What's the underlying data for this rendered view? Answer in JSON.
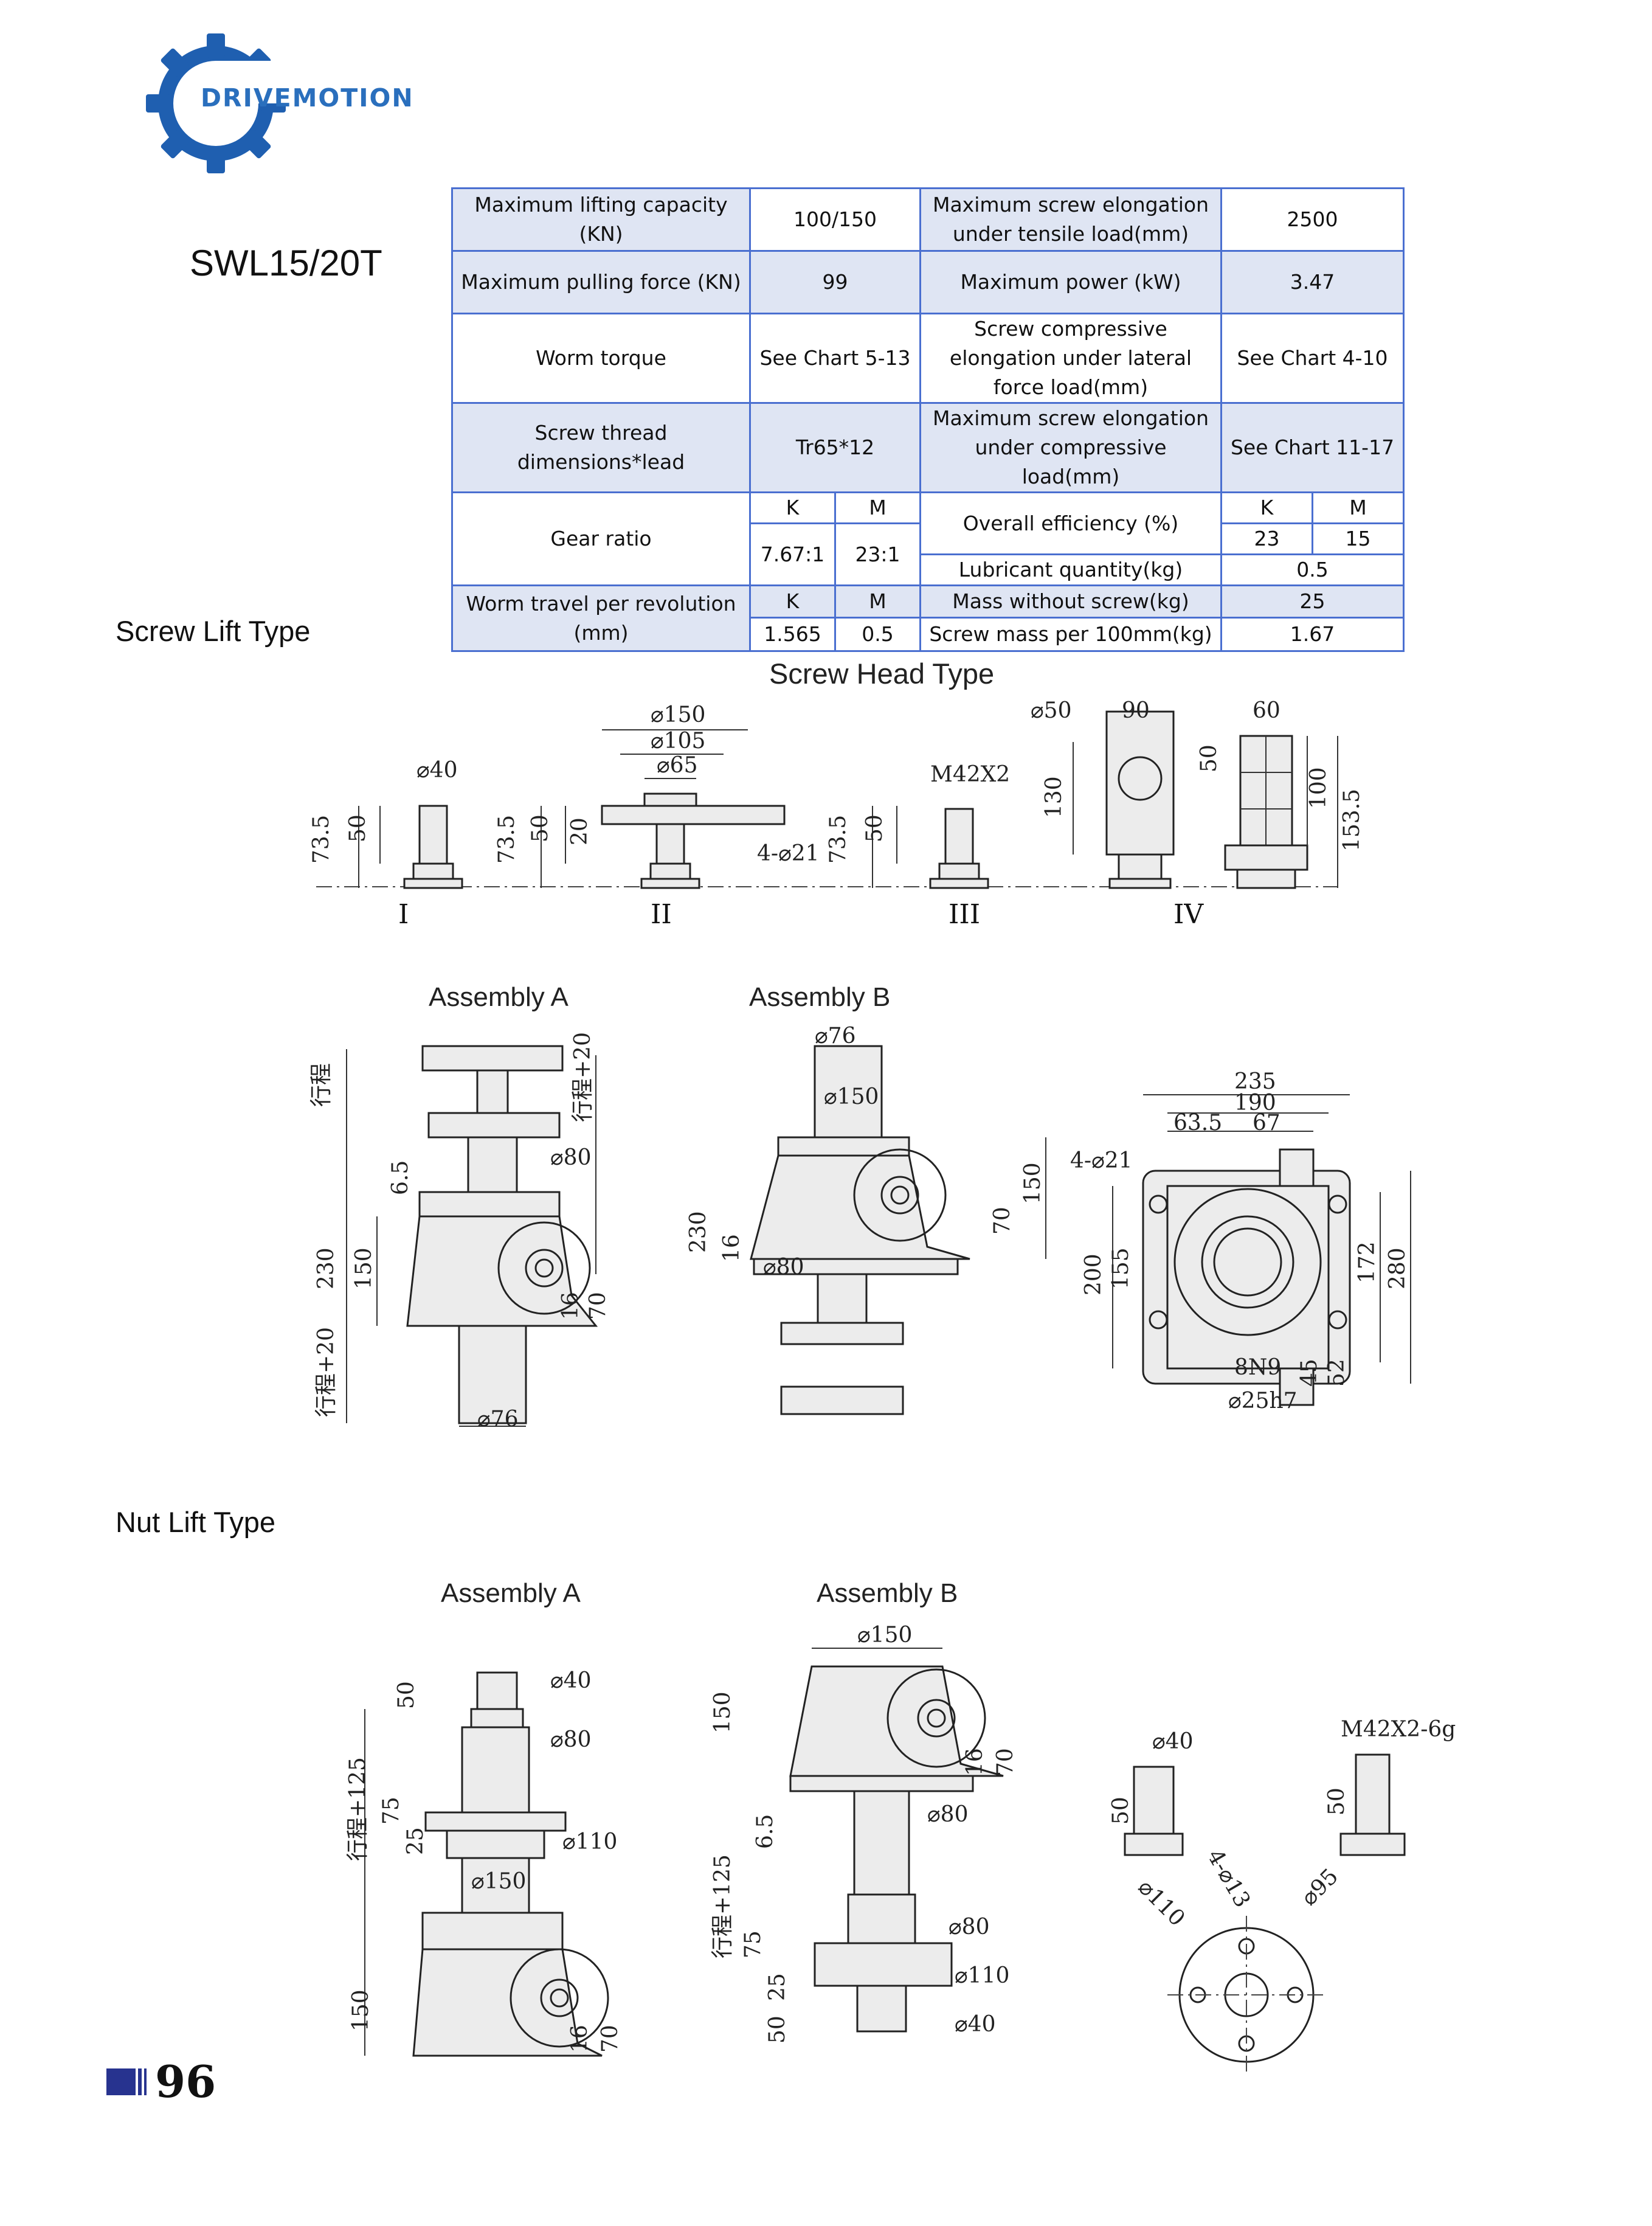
{
  "brand": {
    "name": "DRIVEMOTION",
    "primary_color": "#2a6fbd"
  },
  "model": "SWL15/20T",
  "spec_table": {
    "max_lifting_capacity_label": "Maximum lifting capacity (KN)",
    "max_lifting_capacity_value": "100/150",
    "max_screw_elongation_tensile_label": "Maximum screw elongation under tensile load(mm)",
    "max_screw_elongation_tensile_value": "2500",
    "max_pulling_force_label": "Maximum pulling force (KN)",
    "max_pulling_force_value": "99",
    "max_power_label": "Maximum power (kW)",
    "max_power_value": "3.47",
    "worm_torque_label": "Worm torque",
    "worm_torque_value": "See Chart 5-13",
    "screw_compressive_lateral_label": "Screw compressive elongation under lateral force load(mm)",
    "screw_compressive_lateral_value": "See Chart 4-10",
    "screw_thread_label": "Screw thread dimensions*lead",
    "screw_thread_value": "Tr65*12",
    "max_screw_elongation_compressive_label": "Maximum screw elongation under compressive load(mm)",
    "max_screw_elongation_compressive_value": "See Chart 11-17",
    "gear_ratio_label": "Gear ratio",
    "k": "K",
    "m": "M",
    "gear_ratio_k": "7.67:1",
    "gear_ratio_m": "23:1",
    "overall_efficiency_label": "Overall efficiency (%)",
    "efficiency_k": "23",
    "efficiency_m": "15",
    "lubricant_label": "Lubricant quantity(kg)",
    "lubricant_value": "0.5",
    "worm_travel_label": "Worm travel per revolution (mm)",
    "worm_travel_k": "1.565",
    "worm_travel_m": "0.5",
    "mass_without_screw_label": "Mass without screw(kg)",
    "mass_without_screw_value": "25",
    "screw_mass_label": "Screw mass per 100mm(kg)",
    "screw_mass_value": "1.67"
  },
  "screw_lift": {
    "title": "Screw Lift Type",
    "head_title": "Screw Head Type",
    "heads": [
      "I",
      "II",
      "III",
      "IV"
    ],
    "head_dims": {
      "i_h1": "73.5",
      "i_h2": "50",
      "i_d": "⌀40",
      "ii_h1": "73.5",
      "ii_h2": "50",
      "ii_h3": "20",
      "ii_d1": "⌀150",
      "ii_d2": "⌀105",
      "ii_d3": "⌀65",
      "ii_holes": "4-⌀21",
      "iii_h1": "73.5",
      "iii_h2": "50",
      "iii_thread": "M42X2",
      "iv_d": "⌀50",
      "iv_w": "90",
      "iv_h": "130",
      "v_w": "60",
      "v_h1": "50",
      "v_h2": "100",
      "v_h3": "153.5"
    },
    "assembly_a": "Assembly A",
    "assembly_b": "Assembly B",
    "asm_dims": {
      "stroke_top": "行程",
      "h_230": "230",
      "h_150": "150",
      "h_65": "6.5",
      "d80": "⌀80",
      "h16": "16",
      "h70": "70",
      "stroke_bottom": "行程+20",
      "d76": "⌀76",
      "b_d76": "⌀76",
      "b_d150": "⌀150",
      "b_stroke": "行程+20",
      "b_230": "230",
      "b_16": "16",
      "b_d80": "⌀80",
      "b_70": "70",
      "b_150": "150",
      "c_235": "235",
      "c_190": "190",
      "c_635": "63.5",
      "c_67": "67",
      "c_holes": "4-⌀21",
      "c_200": "200",
      "c_155": "155",
      "c_172": "172",
      "c_280": "280",
      "c_8n9": "8N9",
      "c_45": "45",
      "c_52": "52",
      "c_shaft": "⌀25h7"
    }
  },
  "nut_lift": {
    "title": "Nut Lift Type",
    "assembly_a": "Assembly A",
    "assembly_b": "Assembly B",
    "dims": {
      "a_50": "50",
      "a_d40": "⌀40",
      "a_d80": "⌀80",
      "a_stroke": "行程+125",
      "a_75": "75",
      "a_25": "25",
      "a_d110": "⌀110",
      "a_d150": "⌀150",
      "a_150": "150",
      "a_16": "16",
      "a_70": "70",
      "b_d150": "⌀150",
      "b_150": "150",
      "b_16": "16",
      "b_70": "70",
      "b_65": "6.5",
      "b_d80": "⌀80",
      "b_stroke": "行程+125",
      "b_75": "75",
      "b_d80b": "⌀80",
      "b_25": "25",
      "b_d110": "⌀110",
      "b_50": "50",
      "b_d40": "⌀40",
      "c_d40": "⌀40",
      "c_50": "50",
      "c_thread": "M42X2-6g",
      "c_50b": "50",
      "c_d110": "⌀110",
      "c_holes": "4-⌀13",
      "c_d95": "⌀95"
    }
  },
  "page_number": "96"
}
